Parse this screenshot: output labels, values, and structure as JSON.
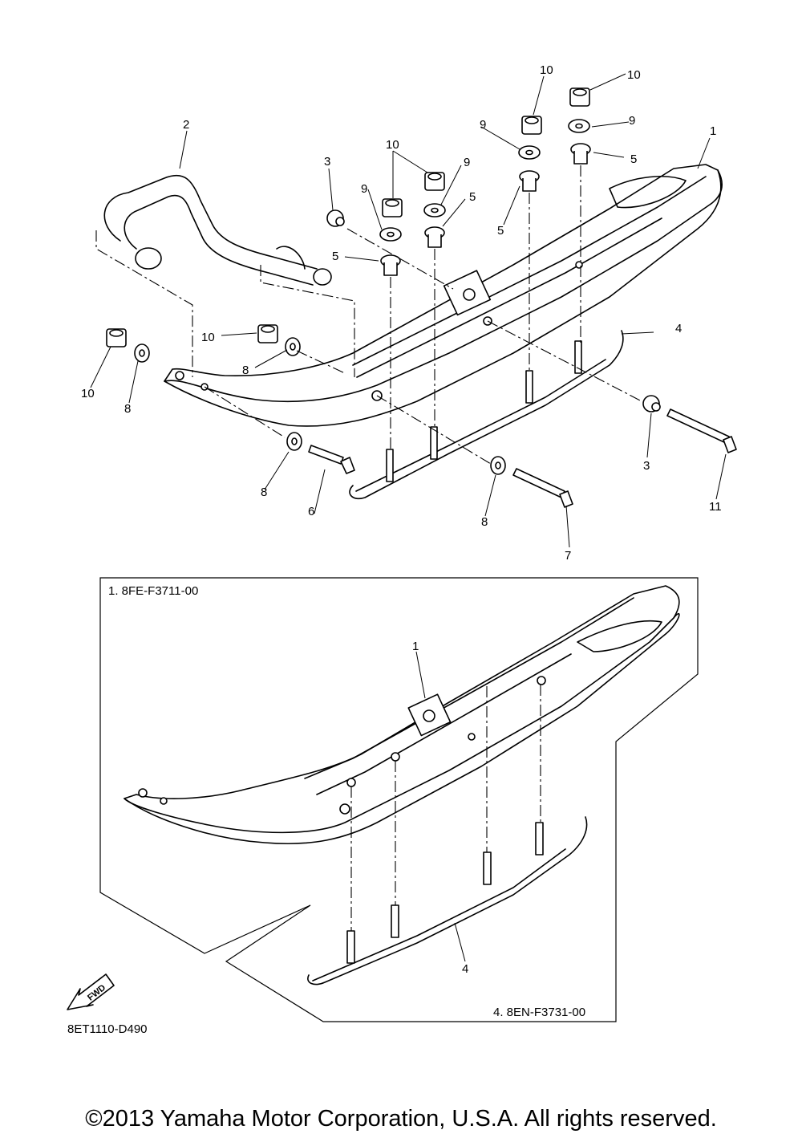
{
  "callouts": {
    "c1_top": "1",
    "c2": "2",
    "c3_left": "3",
    "c3_right": "3",
    "c4_top": "4",
    "c5_a": "5",
    "c5_b": "5",
    "c5_c": "5",
    "c5_d": "5",
    "c6": "6",
    "c7": "7",
    "c8_a": "8",
    "c8_b": "8",
    "c8_c": "8",
    "c8_d": "8",
    "c9_a": "9",
    "c9_b": "9",
    "c9_c": "9",
    "c9_d": "9",
    "c10_a": "10",
    "c10_b": "10",
    "c10_c": "10",
    "c10_d": "10",
    "c10_e": "10",
    "c11": "11",
    "c1_box": "1",
    "c4_box": "4"
  },
  "box_labels": {
    "ski_part": "1. 8FE-F3711-00",
    "runner_part": "4. 8EN-F3731-00"
  },
  "fwd_label": "FWD",
  "diagram_code": "8ET1110-D490",
  "copyright": "©2013 Yamaha Motor Corporation, U.S.A. All rights reserved."
}
